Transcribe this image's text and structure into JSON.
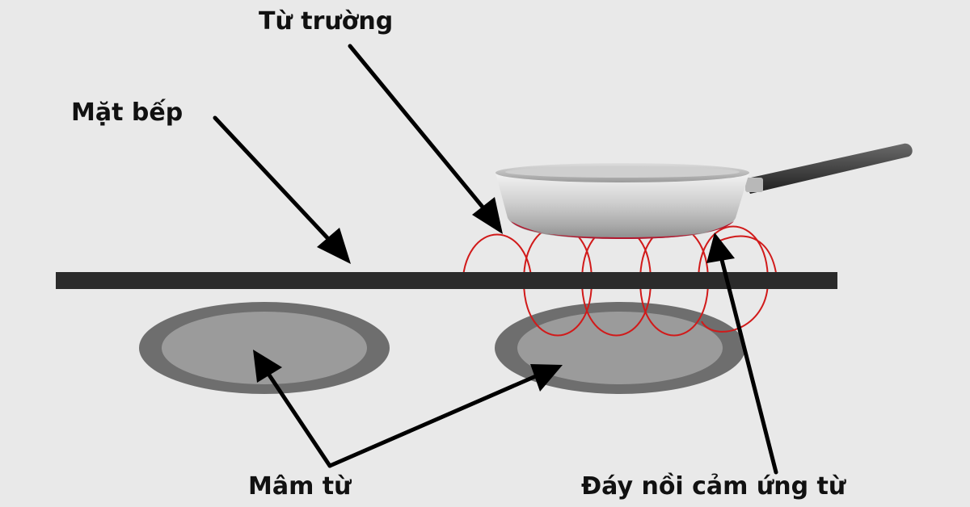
{
  "labels": {
    "magnetic_field": "Từ trường",
    "cooktop_surface": "Mặt bếp",
    "induction_coil": "Mâm từ",
    "induction_pan_base": "Đáy nồi cảm ứng từ"
  },
  "colors": {
    "background": "#e9e9e9",
    "cooktop": "#2b2b2b",
    "coil_outer": "#6e6e6e",
    "coil_inner": "#9b9b9b",
    "field_lines": "#d11a1a",
    "pan_body": "#c9c9c9",
    "pan_base_heat": "#b3182f",
    "handle": "#3b3b3b",
    "arrow": "#000000"
  }
}
